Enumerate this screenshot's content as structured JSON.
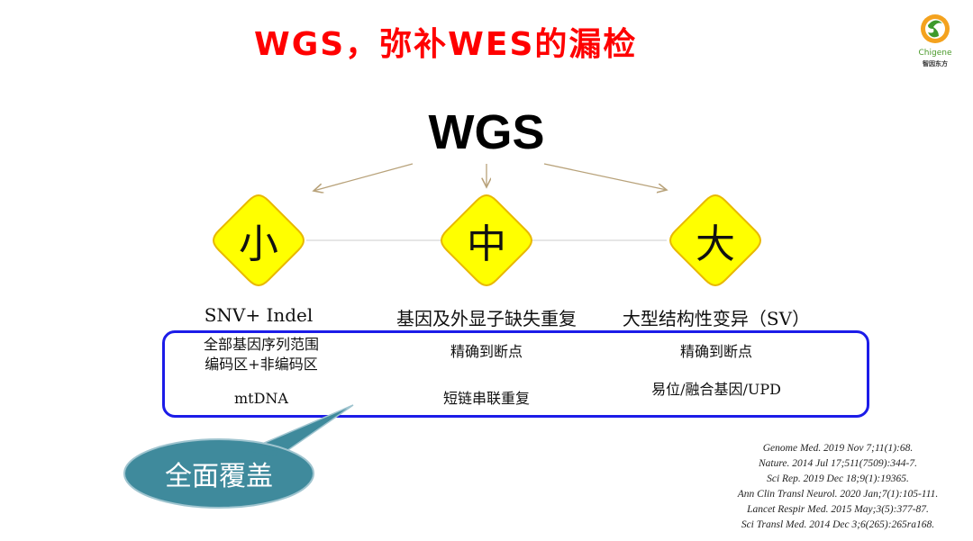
{
  "title": "WGS，弥补WES的漏检",
  "logo": {
    "name_en": "Chigene",
    "name_cn": "智因东方"
  },
  "heading": "WGS",
  "categories": [
    {
      "size_label": "小",
      "name": "SNV+ Indel",
      "details": [
        "全部基因序列范围",
        "编码区+非编码区",
        "mtDNA"
      ]
    },
    {
      "size_label": "中",
      "name": "基因及外显子缺失重复",
      "details": [
        "精确到断点",
        "短链串联重复"
      ]
    },
    {
      "size_label": "大",
      "name": "大型结构性变异（SV）",
      "details": [
        "精确到断点",
        "易位/融合基因/UPD"
      ]
    }
  ],
  "callout": "全面覆盖",
  "references": [
    "Genome Med. 2019 Nov 7;11(1):68.",
    "Nature. 2014 Jul 17;511(7509):344-7.",
    "Sci Rep. 2019 Dec 18;9(1):19365.",
    "Ann Clin Transl Neurol. 2020 Jan;7(1):105-111.",
    "Lancet Respir Med. 2015 May;3(5):377-87.",
    "Sci Transl Med. 2014 Dec 3;6(265):265ra168."
  ],
  "colors": {
    "title": "#ff0000",
    "diamond_fill": "#ffff00",
    "diamond_stroke": "#e8b800",
    "box_border": "#1c1ce8",
    "bubble_fill": "#3f8a9c",
    "arrow": "#b8a27a"
  }
}
